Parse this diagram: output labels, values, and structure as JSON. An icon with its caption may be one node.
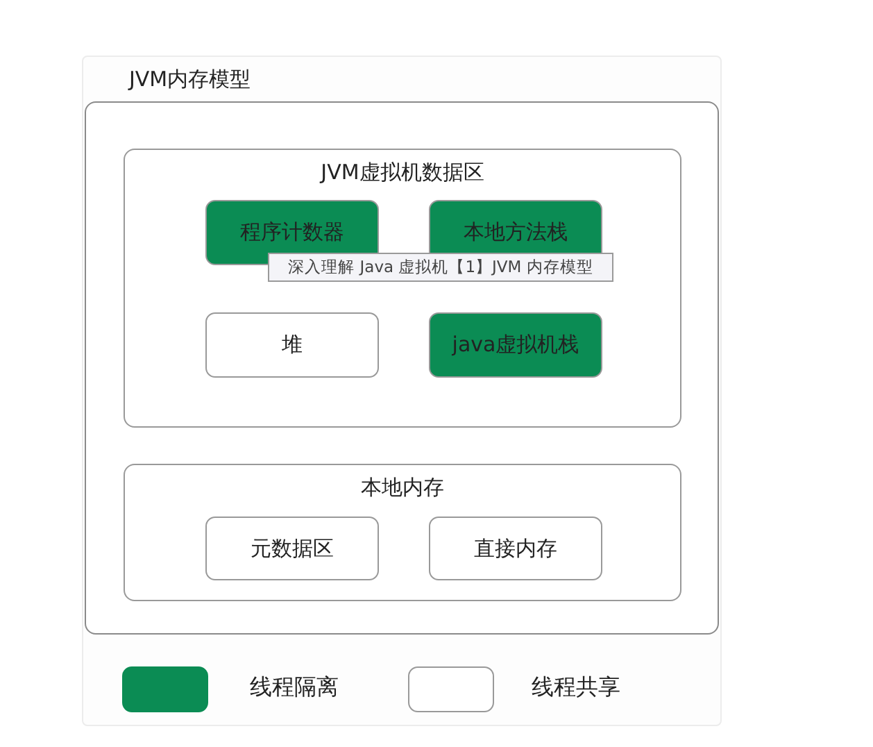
{
  "diagram": {
    "nodes": [
      {
        "text": [
          "JVM内存模型"
        ]
      },
      {
        "text": [
          "JVM虚拟机数据区"
        ],
        "in": 0
      },
      {
        "text": [
          "程序计数器"
        ],
        "in": 1
      },
      {
        "text": [
          "本地方法栈"
        ],
        "in": 1
      },
      {
        "text": [
          "堆"
        ],
        "in": 1
      },
      {
        "text": [
          "java虚拟机栈"
        ],
        "in": 1
      },
      {
        "text": [
          "本地内存"
        ],
        "in": 0
      },
      {
        "text": [
          "元数据区"
        ],
        "in": 6
      },
      {
        "text": [
          "直接内存"
        ],
        "in": 6
      }
    ],
    "edges": [],
    "labels": [
      "深入理解 Java 虚拟机【1】JVM 内存模型"
    ],
    "legend": [
      {
        "text": "线程隔离",
        "color": "#0b8c54"
      },
      {
        "text": "线程共享",
        "color": "#ffffff"
      }
    ]
  }
}
